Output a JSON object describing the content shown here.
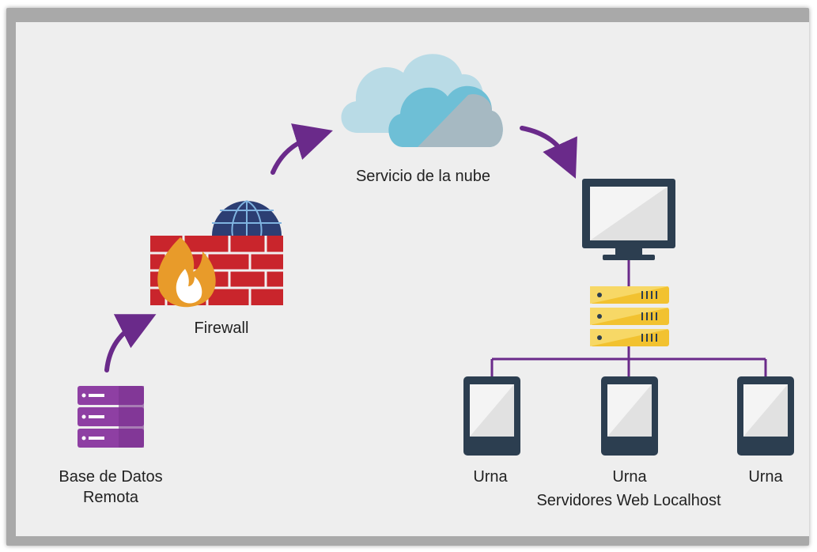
{
  "nodes": {
    "database": {
      "label_line1": "Base de Datos",
      "label_line2": "Remota"
    },
    "firewall": {
      "label": "Firewall"
    },
    "cloud": {
      "label": "Servicio de la nube"
    },
    "urnas": [
      {
        "label": "Urna"
      },
      {
        "label": "Urna"
      },
      {
        "label": "Urna"
      }
    ],
    "servers_group": {
      "label": "Servidores Web Localhost"
    }
  },
  "colors": {
    "accent_purple": "#6a2a8a",
    "database": "#8e3fa3",
    "brick": "#c9252c",
    "globe": "#2c3e73",
    "cloud_back": "#b9dbe6",
    "cloud_front": "#6ebfd6",
    "monitor": "#2c3e50",
    "server_rack": "#f2c230"
  }
}
